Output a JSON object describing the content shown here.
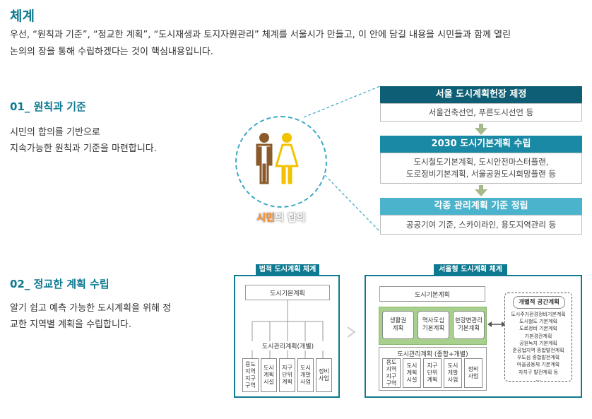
{
  "heading": "체계",
  "intro": {
    "line1": "우선, “원칙과 기준”, “정교한 계획”, “도시재생과 토지자원관리” 체계를 서울시가 만들고, 이 안에 담길 내용을 시민들과 함께 열린",
    "line2": "논의의 장을 통해 수립하겠다는 것이 핵심내용입니다."
  },
  "section1": {
    "title": "01_ 원칙과 기준",
    "line1": "시민의 합의를 기반으로",
    "line2": "지속가능한 원칙과 기준을 마련합니다."
  },
  "citizen": {
    "label_orange": "시민",
    "label_white": "의 합의"
  },
  "flow": [
    {
      "title": "서울 도시계획헌장 제정",
      "lines": [
        "서울건축선언, 푸른도시선언 등"
      ],
      "color": "#0e5f75"
    },
    {
      "title": "2030 도시기본계획 수립",
      "lines": [
        "도시철도기본계획, 도시안전마스터플랜,",
        "도로정비기본계획, 서울공원도시희망플랜 등"
      ],
      "color": "#1989a6"
    },
    {
      "title": "각종 관리계획 기준 정립",
      "lines": [
        "공공기여 기준, 스카이라인, 용도지역관리 등"
      ],
      "color": "#4bb3cc"
    }
  ],
  "section2": {
    "title": "02_ 정교한 계획 수립",
    "line1": "알기 쉽고 예측 가능한 도시계획을 위해 정",
    "line2": "교한 지역별 계획을 수립합니다."
  },
  "legal": {
    "tab": "법적 도시계획 체계",
    "basic": "도시기본계획",
    "mgmt": "도시관리계획(개별)",
    "cells": [
      "용도\n지역\n지구\n구역",
      "도시\n계획\n시설",
      "지구\n단위\n계획",
      "도시\n개발\n사업",
      "정비\n사업"
    ]
  },
  "seoul": {
    "tab": "서울형 도시계획 체계",
    "basic": "도시기본계획",
    "green": [
      "생활권\n계획",
      "역사도심\n기본계획",
      "한강변관리\n기본계획"
    ],
    "mgmt": "도시관리계획 (종합+개별)",
    "cells": [
      "용도\n지역\n지구\n구역",
      "도시\n계획\n시설",
      "지구\n단위\n계획",
      "도시\n개발\n사업",
      "정비\n사업"
    ],
    "spatial_title": "개별적 공간계획",
    "spatial_items": [
      "도시주거환경정비기본계획",
      "도시철도 기본계획",
      "도로정비 기본계획",
      "기본경관계획",
      "공원녹지 기본계획",
      "준공업지역 종합발전계획",
      "우도심 종합발전계획",
      "마을공동체 기본계획",
      "자치구 발전계획 등",
      "…"
    ]
  }
}
